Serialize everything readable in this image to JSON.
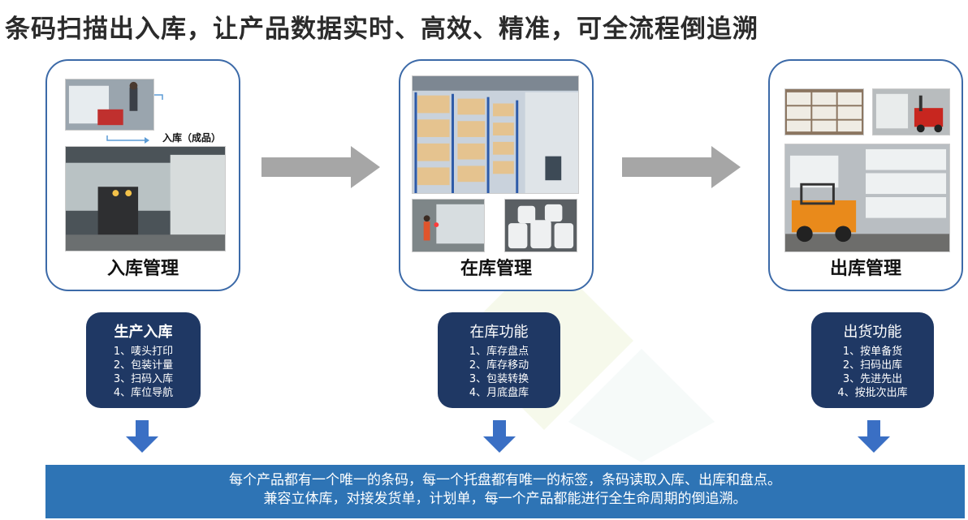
{
  "title": "条码扫描出入库，让产品数据实时、高效、精准，可全流程倒追溯",
  "stages": [
    {
      "label": "入库管理",
      "photo_tag": "入库（成品）"
    },
    {
      "label": "在库管理"
    },
    {
      "label": "出库管理"
    }
  ],
  "functions": [
    {
      "title": "生产入库",
      "items": [
        "1、唛头打印",
        "2、包装计量",
        "3、扫码入库",
        "4、库位导航"
      ]
    },
    {
      "title": "在库功能",
      "items": [
        "1、库存盘点",
        "2、库存移动",
        "3、包装转换",
        "4、月底盘库"
      ]
    },
    {
      "title": "出货功能",
      "items": [
        "1、按单备货",
        "2、扫码出库",
        "3、先进先出",
        "4、按批次出库"
      ]
    }
  ],
  "banner": {
    "line1": "每个产品都有一个唯一的条码，每一个托盘都有唯一的标签，条码读取入库、出库和盘点。",
    "line2": "兼容立体库，对接发货单，计划单，每一个产品都能进行全生命周期的倒追溯。"
  },
  "colors": {
    "stage_border": "#3c6aa8",
    "func_box": "#1f3864",
    "banner": "#2e74b5",
    "arrow_gray": "#a6a6a6",
    "arrow_blue": "#3a6fc4"
  },
  "icons": {
    "flow_arrow": "right-arrow-icon",
    "down_arrow": "down-arrow-icon"
  }
}
